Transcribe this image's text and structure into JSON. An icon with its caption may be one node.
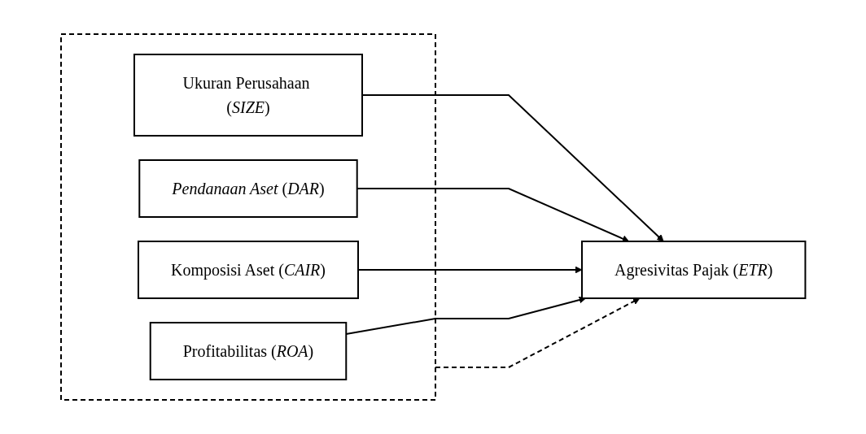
{
  "diagram": {
    "nodes": [
      {
        "text": [],
        "shape": "box"
      },
      {
        "text": [
          "Ukuran Perusahaan (*SIZE*)"
        ],
        "in": 0
      },
      {
        "text": [
          "*Pendanaan Aset* (*DAR*)"
        ],
        "in": 0
      },
      {
        "text": [
          "Komposisi Aset (*CAIR*)"
        ],
        "in": 0
      },
      {
        "text": [
          "Profitabilitas (*ROA*)"
        ],
        "in": 0
      },
      {
        "text": [
          "Agresivitas Pajak (*ETR*)"
        ]
      }
    ],
    "edges": [
      {
        "from": 1,
        "to": 5,
        "arrow": "to"
      },
      {
        "from": 2,
        "to": 5,
        "arrow": "to"
      },
      {
        "from": 0,
        "to": 5,
        "arrow": "to",
        "style": "dashed"
      },
      {
        "from": 3,
        "to": 5,
        "arrow": "to"
      },
      {
        "from": 4,
        "to": 5,
        "arrow": "to"
      }
    ]
  }
}
